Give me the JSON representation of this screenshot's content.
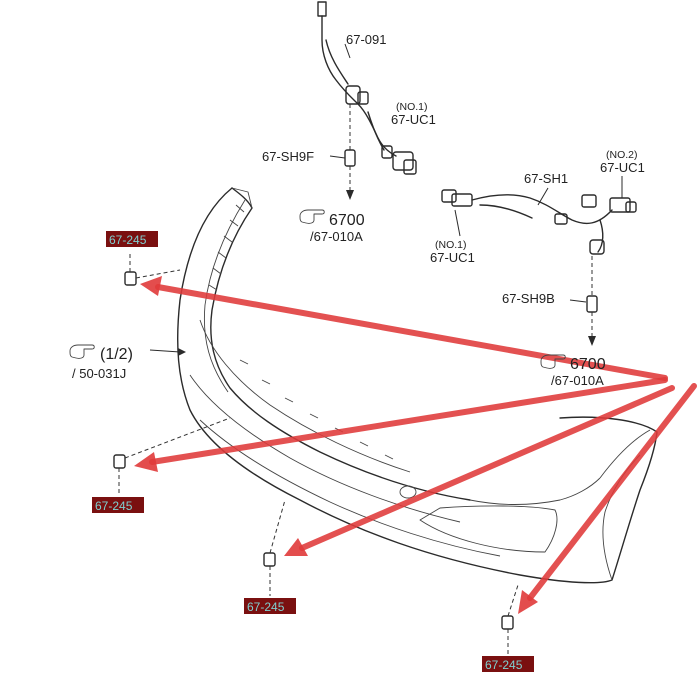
{
  "labels": {
    "harness_front": "67-091",
    "sensor_no1_top_tag": "(NO.1)",
    "sensor_no1_top_code": "67-UC1",
    "grommet_top": "67-SH9F",
    "ref_top_num": "6700",
    "ref_top_sub": "/67-010A",
    "harness_rear": "67-SH1",
    "sensor_no2_tag": "(NO.2)",
    "sensor_no2_code": "67-UC1",
    "sensor_no1_mid_tag": "(NO.1)",
    "sensor_no1_mid_code": "67-UC1",
    "grommet_mid": "67-SH9B",
    "ref_mid_num": "6700",
    "ref_mid_sub": "/67-010A",
    "bumper_ref_num": "(1/2)",
    "bumper_ref_sub": "/ 50-031J",
    "clip_1": "67-245",
    "clip_2": "67-245",
    "clip_3": "67-245",
    "clip_4": "67-245"
  },
  "colors": {
    "arrow": "#e03a3a",
    "tag_background": "#7a1010",
    "tag_text": "#7fd0d0",
    "line_art": "#2b2b2b"
  },
  "icons": {
    "reference_hand": "pointing-hand-icon"
  }
}
